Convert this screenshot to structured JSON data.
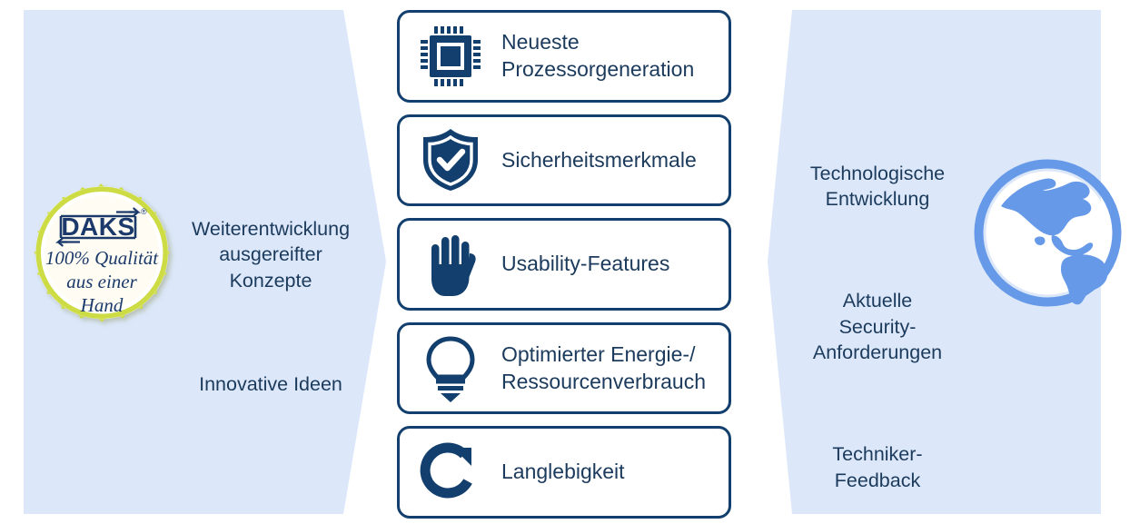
{
  "theme": {
    "panel_fill": "#dce8fa",
    "navy": "#123f6d",
    "text_navy": "#1b3a5c",
    "seal_green": "#cddb45",
    "globe_blue": "#6699e8",
    "card_bg": "#ffffff",
    "page_bg": "#ffffff"
  },
  "left_panel": {
    "name": "Weiterentwicklung / Innovative Ideen",
    "seal": {
      "brand": "DAKS",
      "registered_mark": "®",
      "claim_line1": "100% Qualität",
      "claim_line2": "aus einer",
      "claim_line3": "Hand",
      "icon": "quality-seal-rosette"
    },
    "blocks": [
      "Weiterentwicklung\nausgereifter\nKonzepte",
      "Innovative Ideen"
    ]
  },
  "center": {
    "cards": [
      {
        "icon": "processor-chip-icon",
        "label": "Neueste\nProzessorgeneration"
      },
      {
        "icon": "shield-check-icon",
        "label": "Sicherheitsmerkmale"
      },
      {
        "icon": "hand-palm-icon",
        "label": "Usability-Features"
      },
      {
        "icon": "lightbulb-icon",
        "label": "Optimierter Energie-/\nRessourcenverbrauch"
      },
      {
        "icon": "circular-arrow-icon",
        "label": "Langlebigkeit"
      }
    ]
  },
  "right_panel": {
    "blocks": [
      "Technologische\nEntwicklung",
      "Aktuelle\nSecurity-\nAnforderungen",
      "Techniker-\nFeedback"
    ],
    "globe": {
      "icon": "globe-americas-icon"
    }
  }
}
